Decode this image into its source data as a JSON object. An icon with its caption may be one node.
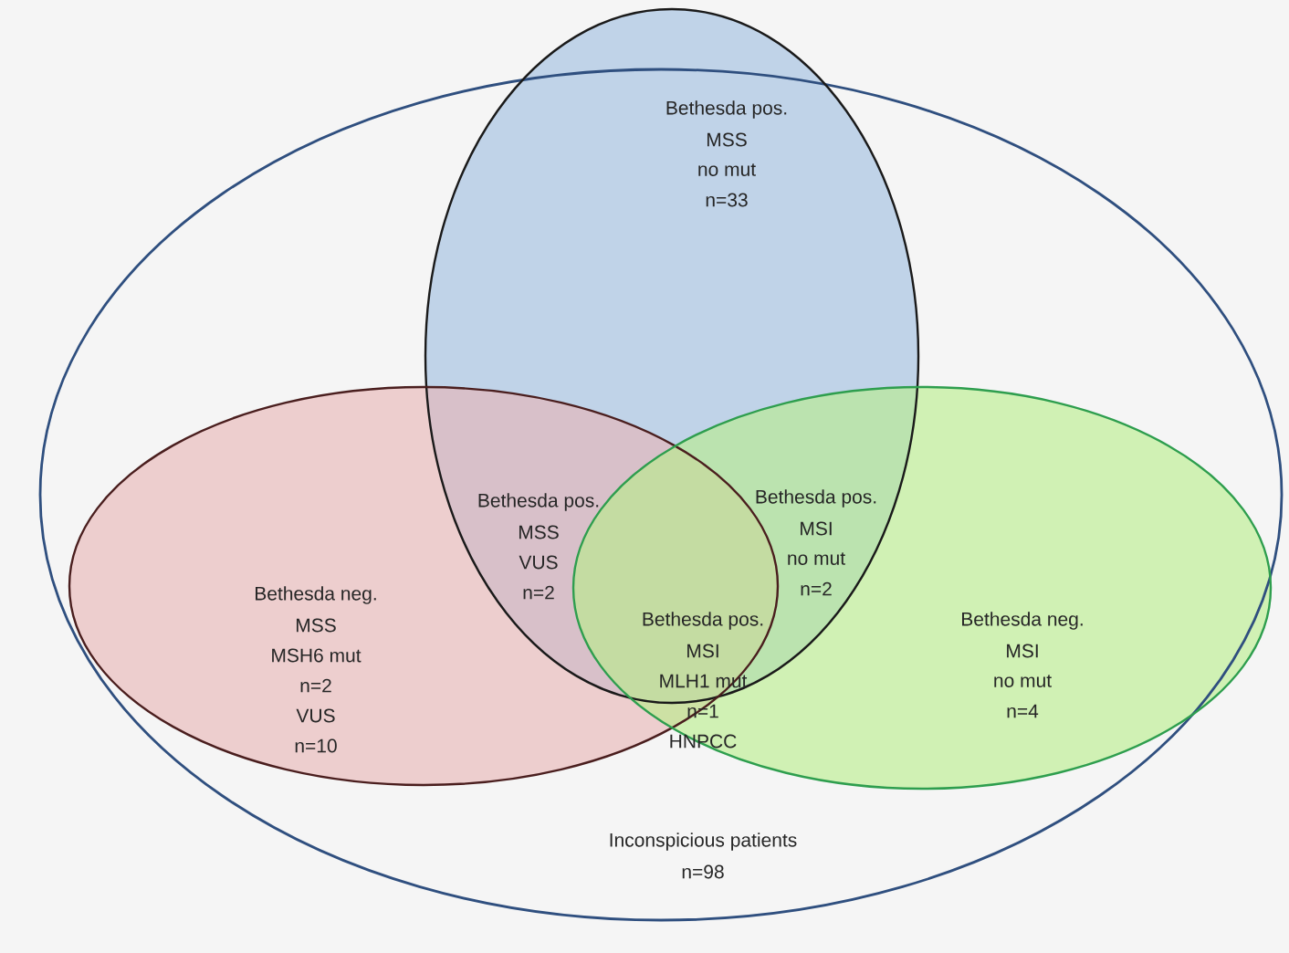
{
  "diagram": {
    "nodes": [
      {
        "text": [
          "Inconspicious patients",
          "n=98"
        ]
      },
      {
        "text": [
          "Bethesda pos.",
          "MSS",
          "no mut",
          "n=33"
        ]
      },
      {
        "text": [
          "Bethesda neg.",
          "MSS",
          "MSH6 mut",
          "n=2",
          "VUS",
          "n=10"
        ]
      },
      {
        "text": [
          "Bethesda neg.",
          "MSI",
          "no mut",
          "n=4"
        ]
      }
    ],
    "labels": [
      "Bethesda pos.",
      "MSS",
      "VUS",
      "n=2",
      "Bethesda pos.",
      "MSI",
      "no mut",
      "n=2",
      "Bethesda pos.",
      "MSI",
      "MLH1 mut",
      "n=1",
      "HNPCC"
    ]
  }
}
